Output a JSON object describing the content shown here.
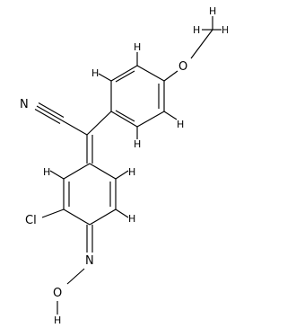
{
  "diagram": {
    "type": "skeletal-structure",
    "line_color": "#000000",
    "background": "#ffffff",
    "atoms": [
      {
        "id": "N_nitrile",
        "label": "N"
      },
      {
        "id": "O_methoxy",
        "label": "O"
      },
      {
        "id": "Cl",
        "label": "Cl"
      },
      {
        "id": "N_oxime",
        "label": "N"
      },
      {
        "id": "O_oxime",
        "label": "O"
      }
    ],
    "hydrogens": [
      {
        "id": "H_methyl_top",
        "label": "H"
      },
      {
        "id": "H_methyl_left",
        "label": "H"
      },
      {
        "id": "H_methyl_right",
        "label": "H"
      },
      {
        "id": "H_ar_top_left",
        "label": "H"
      },
      {
        "id": "H_ar_top_right",
        "label": "H"
      },
      {
        "id": "H_ar_bottom_right",
        "label": "H"
      },
      {
        "id": "H_ar_bottom_left",
        "label": "H"
      },
      {
        "id": "H_q_left",
        "label": "H"
      },
      {
        "id": "H_q_right",
        "label": "H"
      },
      {
        "id": "H_q_lower_right",
        "label": "H"
      },
      {
        "id": "H_hydroxyl",
        "label": "H"
      }
    ]
  }
}
